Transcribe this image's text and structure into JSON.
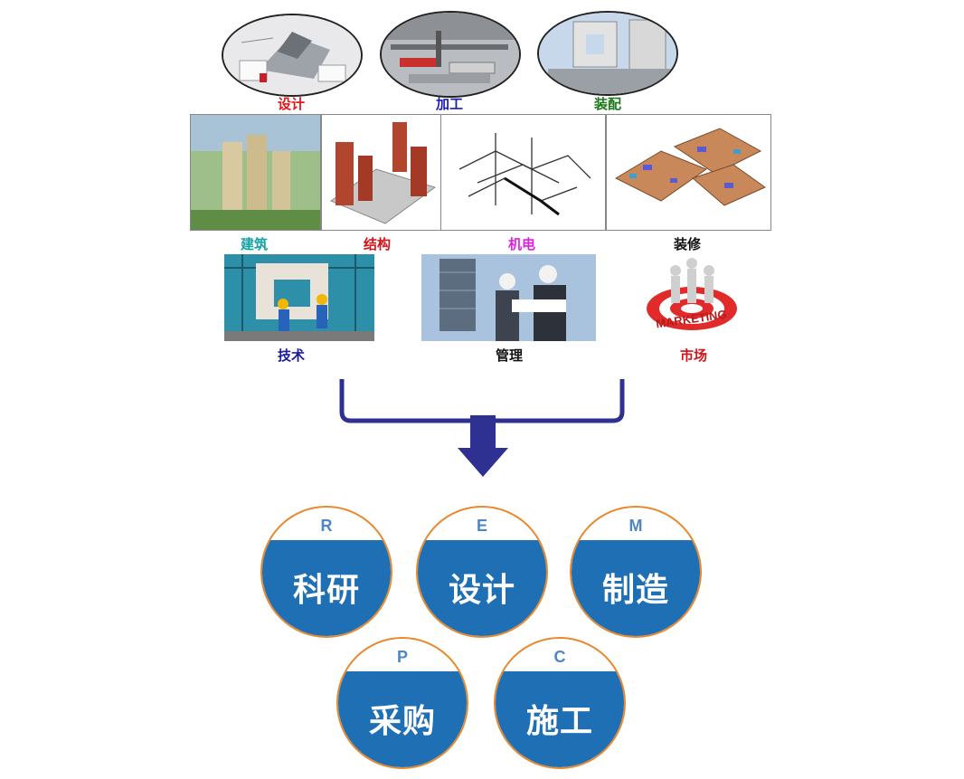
{
  "top_stages": [
    {
      "label": "设计",
      "color": "#e0161b",
      "image": "architectural-design-model-image"
    },
    {
      "label": "加工",
      "color": "#1b1bb5",
      "image": "factory-workshop-image"
    },
    {
      "label": "装配",
      "color": "#1a7a1a",
      "image": "prefab-assembly-image"
    }
  ],
  "disciplines": [
    {
      "label": "建筑",
      "color": "#16a3a3",
      "image": "high-rise-building-image"
    },
    {
      "label": "结构",
      "color": "#d0141a",
      "image": "structural-model-image"
    },
    {
      "label": "机电",
      "color": "#e020e0",
      "image": "mep-piping-image"
    },
    {
      "label": "装修",
      "color": "#111111",
      "image": "interior-layout-image"
    }
  ],
  "support": [
    {
      "label": "技术",
      "color": "#1b1b9b",
      "image": "installation-workers-image"
    },
    {
      "label": "管理",
      "color": "#111111",
      "image": "managers-site-image"
    },
    {
      "label": "市场",
      "color": "#d0141a",
      "image": "marketing-target-image",
      "image_text": "MARKETING"
    }
  ],
  "flow": {
    "color": "#2e3192",
    "icon": "down-arrow-icon"
  },
  "epc": [
    {
      "letter": "R",
      "word": "科研"
    },
    {
      "letter": "E",
      "word": "设计"
    },
    {
      "letter": "M",
      "word": "制造"
    },
    {
      "letter": "P",
      "word": "采购"
    },
    {
      "letter": "C",
      "word": "施工"
    }
  ],
  "colors": {
    "bubble_fill": "#1f6fb5",
    "bubble_ring": "#e8892d",
    "letter": "#4f86c6"
  }
}
